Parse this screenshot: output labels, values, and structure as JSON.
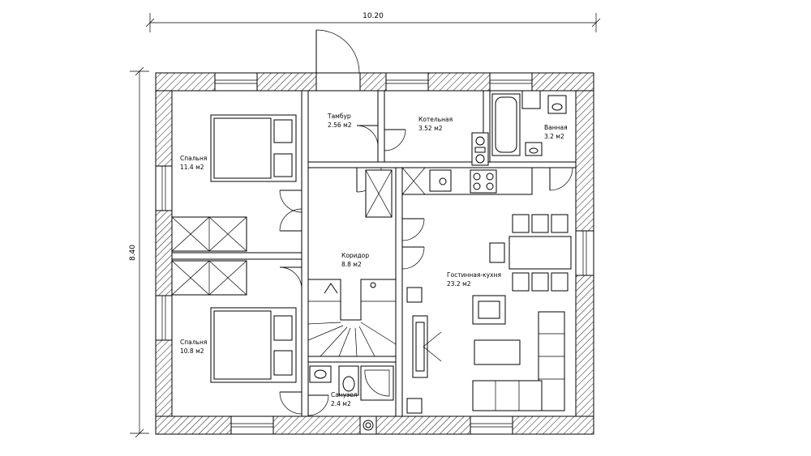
{
  "dimensions": {
    "width": "10.20",
    "height": "8.40"
  },
  "rooms": [
    {
      "name": "Спальня",
      "area": "11.4 м2"
    },
    {
      "name": "Тамбур",
      "area": "2.56 м2"
    },
    {
      "name": "Котельная",
      "area": "3.52 м2"
    },
    {
      "name": "Ванная",
      "area": "3.2 м2"
    },
    {
      "name": "Коридор",
      "area": "8.8 м2"
    },
    {
      "name": "Гостинная-кухня",
      "area": "23.2 м2"
    },
    {
      "name": "Спальня",
      "area": "10.8 м2"
    },
    {
      "name": "Санузел",
      "area": "2.4 м2"
    }
  ]
}
